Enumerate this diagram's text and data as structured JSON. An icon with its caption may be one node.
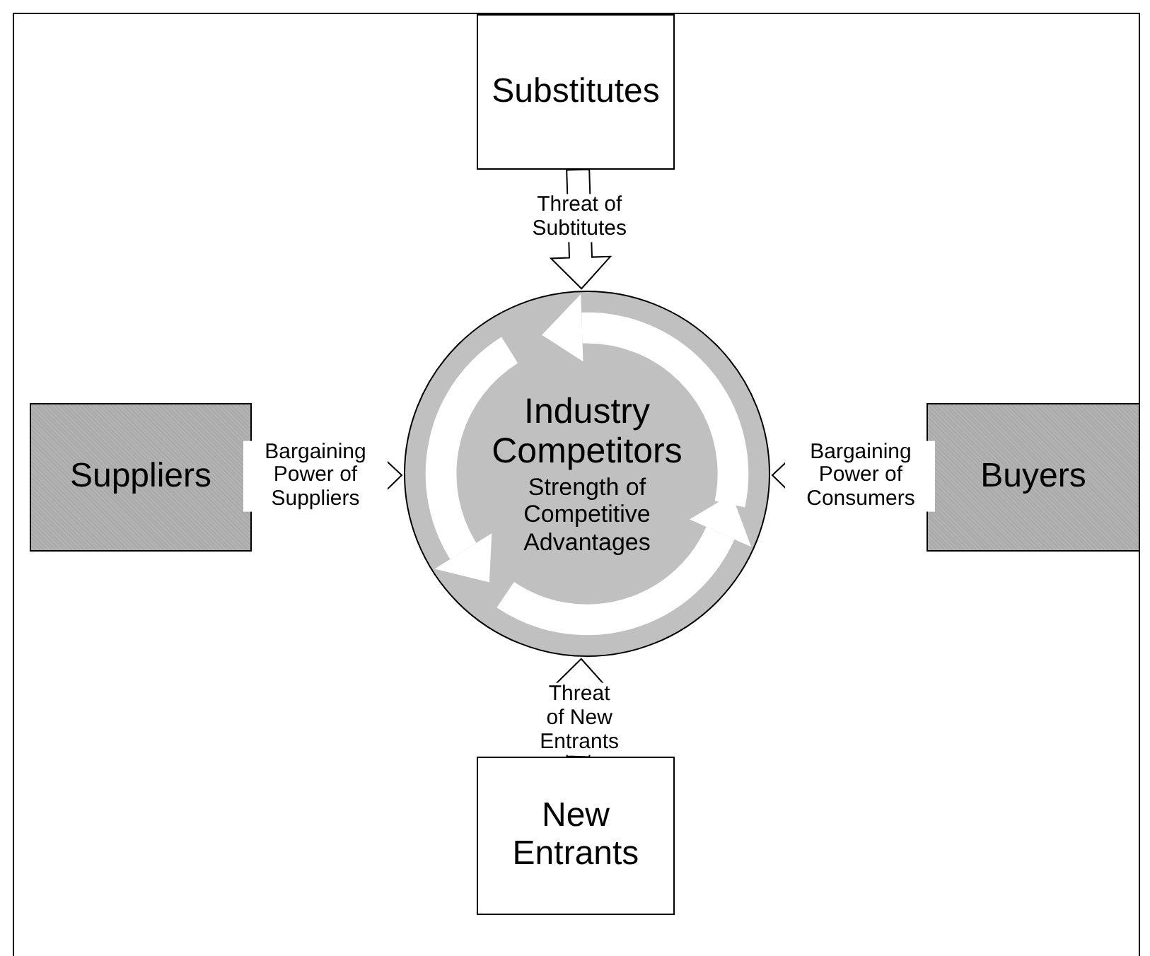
{
  "diagram": {
    "nodes": [
      {
        "text": [
          "Substitutes"
        ]
      },
      {
        "text": [
          "Industry Competitors",
          "Strength of Competitive Advantages"
        ]
      },
      {
        "text": [
          "Suppliers"
        ]
      },
      {
        "text": [
          "Buyers"
        ]
      },
      {
        "text": [
          "New Entrants"
        ]
      }
    ],
    "edges": [
      {
        "from": 0,
        "to": 1,
        "arrow": "to",
        "label": "Threat of Subtitutes"
      },
      {
        "from": 2,
        "to": 1,
        "arrow": "to",
        "label": "Bargaining Power of Suppliers"
      },
      {
        "from": 3,
        "to": 1,
        "arrow": "to",
        "label": "Bargaining Power of Consumers"
      },
      {
        "from": 4,
        "to": 1,
        "arrow": "to",
        "label": "Threat of New Entrants"
      }
    ]
  }
}
